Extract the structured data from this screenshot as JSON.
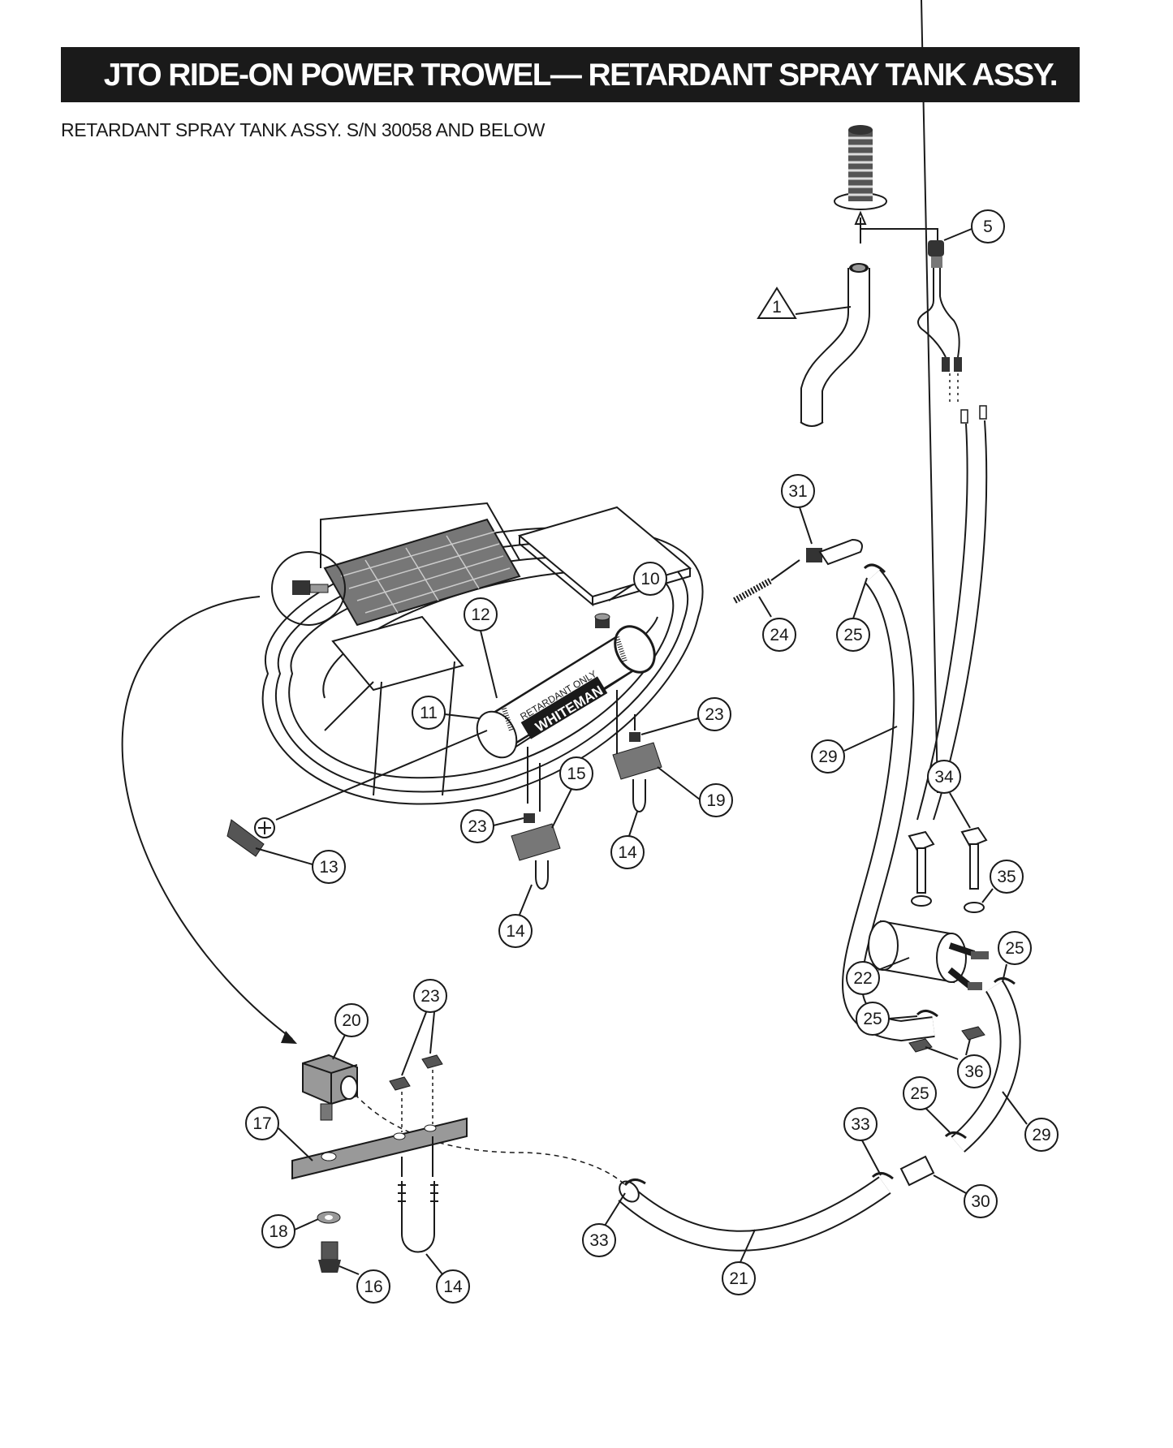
{
  "header": {
    "title": "JTO RIDE-ON POWER TROWEL— RETARDANT SPRAY TANK ASSY.",
    "subtitle": "RETARDANT SPRAY TANK ASSY. S/N 30058 AND BELOW"
  },
  "tank_labels": {
    "retardant": "RETARDANT ONLY",
    "brand": "WHITEMAN"
  },
  "callouts": {
    "c1": "1",
    "c5": "5",
    "c10": "10",
    "c11": "11",
    "c12": "12",
    "c13": "13",
    "c14a": "14",
    "c14b": "14",
    "c14c": "14",
    "c15": "15",
    "c16": "16",
    "c17": "17",
    "c18": "18",
    "c19": "19",
    "c20": "20",
    "c21": "21",
    "c22": "22",
    "c23a": "23",
    "c23b": "23",
    "c23c": "23",
    "c24": "24",
    "c25a": "25",
    "c25b": "25",
    "c25c": "25",
    "c25d": "25",
    "c29a": "29",
    "c29b": "29",
    "c30": "30",
    "c31": "31",
    "c33a": "33",
    "c33b": "33",
    "c34": "34",
    "c35": "35",
    "c36": "36"
  }
}
